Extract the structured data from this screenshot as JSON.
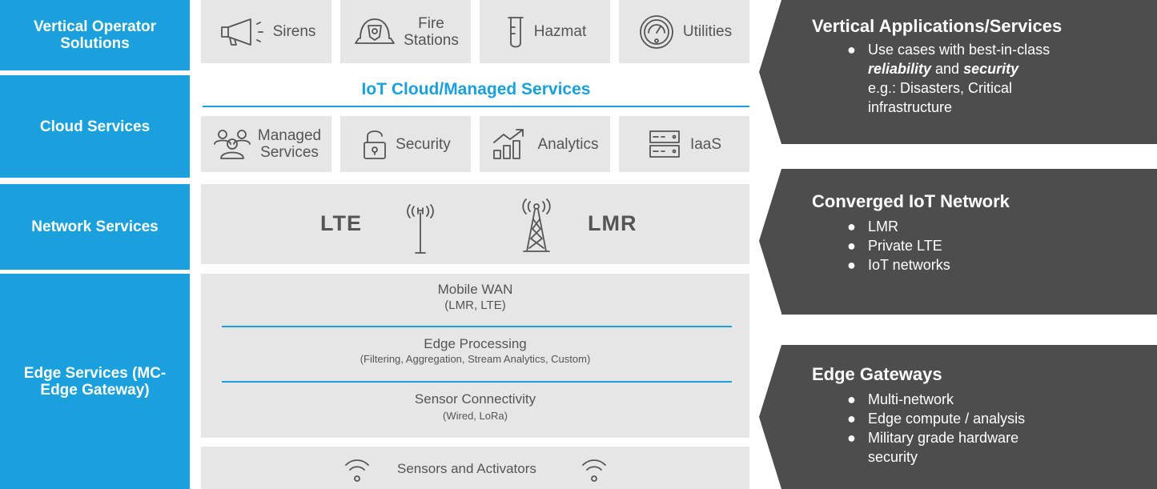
{
  "layers": {
    "vertical": "Vertical Operator Solutions",
    "cloud": "Cloud Services",
    "network": "Network Services",
    "edge": "Edge Services (MC-Edge Gateway)"
  },
  "vertical_tiles": [
    {
      "label": "Sirens",
      "icon": "megaphone-icon"
    },
    {
      "label": "Fire Stations",
      "icon": "fire-helmet-icon"
    },
    {
      "label": "Hazmat",
      "icon": "test-tube-icon"
    },
    {
      "label": "Utilities",
      "icon": "gauge-meter-icon"
    }
  ],
  "cloud": {
    "header": "IoT Cloud/Managed Services",
    "tiles": [
      {
        "label": "Managed Services",
        "icon": "people-icon"
      },
      {
        "label": "Security",
        "icon": "padlock-icon"
      },
      {
        "label": "Analytics",
        "icon": "analytics-chart-icon"
      },
      {
        "label": "IaaS",
        "icon": "server-icon"
      }
    ]
  },
  "network": {
    "lte": "LTE",
    "lmr": "LMR"
  },
  "edge": {
    "rows": [
      {
        "title": "Mobile WAN",
        "sub": "(LMR, LTE)"
      },
      {
        "title": "Edge Processing",
        "sub": "(Filtering, Aggregation, Stream Analytics, Custom)"
      },
      {
        "title": "Sensor Connectivity",
        "sub": "(Wired, LoRa)"
      }
    ],
    "sensors": "Sensors and Activators"
  },
  "panels": [
    {
      "title": "Vertical Applications/Services",
      "line1_plain": "Use cases with best-in-class",
      "line2_em1": "reliability",
      "line2_and": " and ",
      "line2_em2": "security",
      "line3": "e.g.: Disasters, Critical",
      "line4": "infrastructure"
    },
    {
      "title": "Converged IoT Network",
      "items": [
        "LMR",
        "Private LTE",
        "IoT networks"
      ]
    },
    {
      "title": "Edge Gateways",
      "items": [
        "Multi-network",
        "Edge compute / analysis",
        "Military grade hardware",
        "security"
      ]
    }
  ],
  "colors": {
    "blue": "#1aa0dc",
    "gray_tile": "#e6e6e6",
    "dark_panel": "#4d4d4d"
  }
}
